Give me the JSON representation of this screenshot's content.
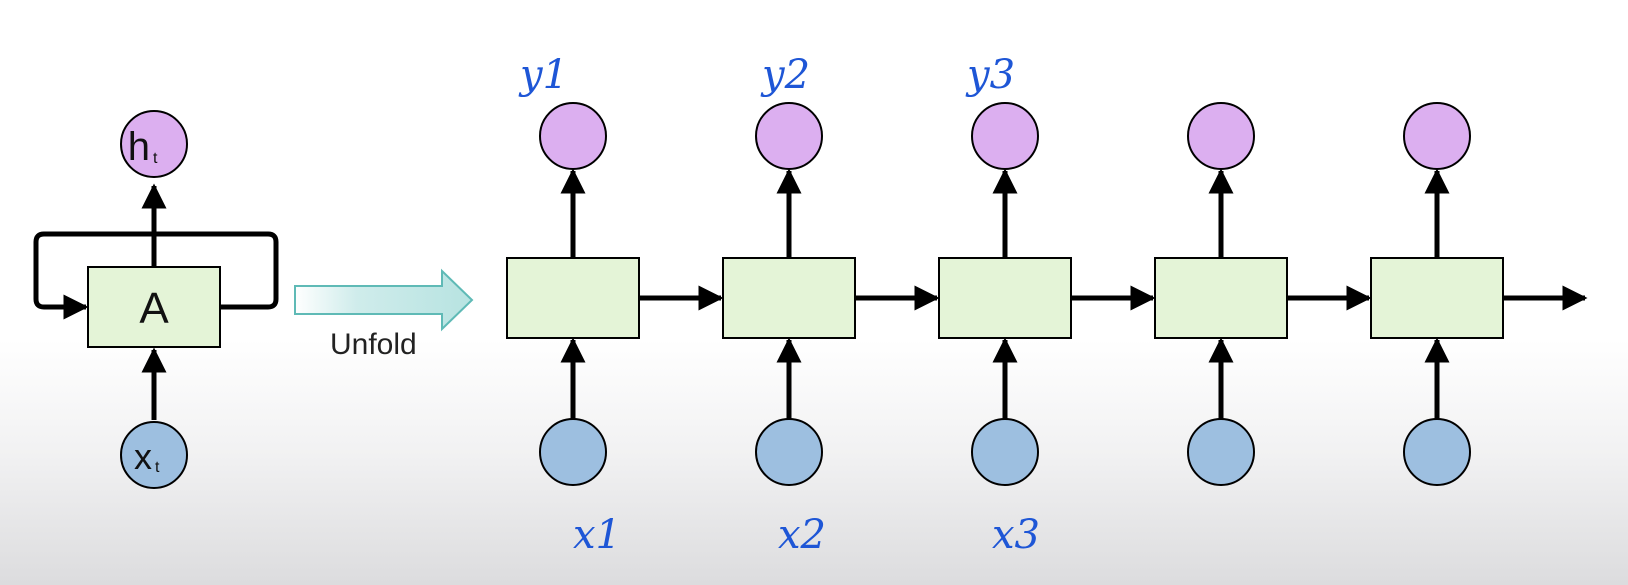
{
  "colors": {
    "cell_fill": "#e4f4d7",
    "output_fill": "#dcaff0",
    "input_fill": "#9dbfe0",
    "unfold_arrow": "#7cc7c4",
    "handwriting": "#1e56d6"
  },
  "folded": {
    "cell_label": "A",
    "output_main": "h",
    "output_sub": "t",
    "input_main": "x",
    "input_sub": "t"
  },
  "unfold_label": "Unfold",
  "unrolled": {
    "steps": 5,
    "output_annotations": [
      "y1",
      "y2",
      "y3"
    ],
    "input_annotations": [
      "x1",
      "x2",
      "x3"
    ]
  }
}
